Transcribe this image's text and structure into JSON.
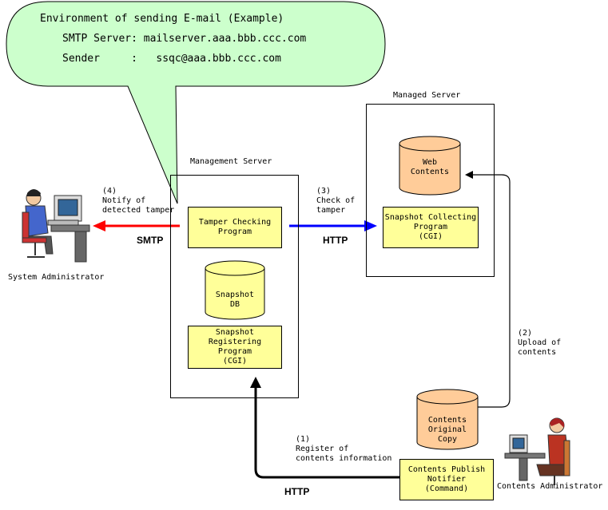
{
  "colors": {
    "bubble_fill": "#ccffcc",
    "box_fill": "#ffff99",
    "db_fill": "#ffcc99",
    "smtp_arrow": "#ff0000",
    "http_arrow": "#0000ff"
  },
  "bubble": {
    "line1": "Environment of sending E-mail (Example)",
    "line2": "SMTP Server: mailserver.aaa.bbb.ccc.com",
    "line3": "Sender     :   ssqc@aaa.bbb.ccc.com"
  },
  "management_server": {
    "title": "Management Server",
    "tamper_checking": [
      "Tamper Checking",
      "Program"
    ],
    "snapshot_db": [
      "Snapshot",
      "DB"
    ],
    "snapshot_registering": [
      "Snapshot Registering",
      "Program",
      "(CGI)"
    ]
  },
  "managed_server": {
    "title": "Managed Server",
    "web_contents": [
      "Web",
      "Contents"
    ],
    "snapshot_collecting": [
      "Snapshot Collecting",
      "Program",
      "(CGI)"
    ]
  },
  "contents_original_copy": [
    "Contents",
    "Original",
    "Copy"
  ],
  "contents_publish_notifier": [
    "Contents Publish",
    "Notifier",
    "(Command)"
  ],
  "actors": {
    "system_admin": "System Administrator",
    "contents_admin": "Contents Administrator"
  },
  "labels": {
    "step1": [
      "(1)",
      "Register of",
      "contents information"
    ],
    "step2": [
      "(2)",
      "Upload of",
      "contents"
    ],
    "step3": [
      "(3)",
      "Check of",
      "tamper"
    ],
    "step4": [
      "(4)",
      "Notify of",
      "detected tamper"
    ],
    "smtp": "SMTP",
    "http_check": "HTTP",
    "http_register": "HTTP"
  }
}
